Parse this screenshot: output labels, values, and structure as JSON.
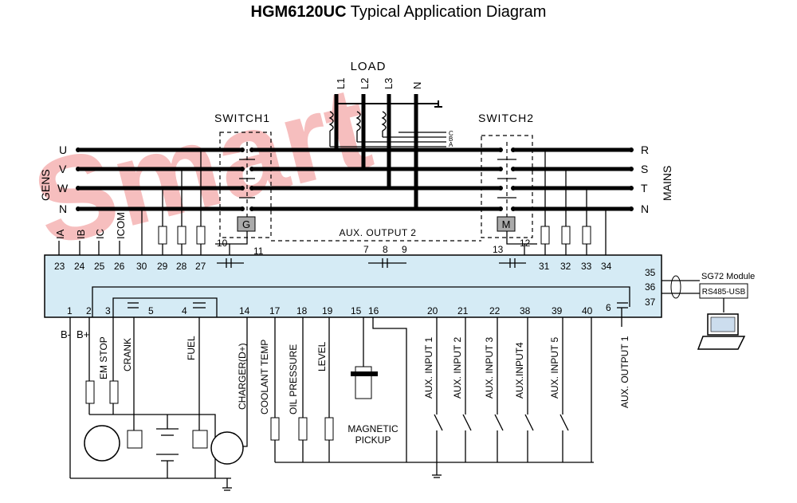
{
  "title": {
    "bold": "HGM6120UC",
    "rest": " Typical Application Diagram"
  },
  "watermark": "Smart",
  "colors": {
    "module_fill": "#d5ebf5",
    "watermark": "#f08a8a",
    "line": "#000000"
  },
  "load": {
    "label": "LOAD",
    "phases": [
      "L1",
      "L2",
      "L3",
      "N"
    ]
  },
  "ct_labels": [
    "C",
    "B",
    "A"
  ],
  "gens": {
    "label": "GENS",
    "phases": [
      "U",
      "V",
      "W",
      "N"
    ]
  },
  "mains": {
    "label": "MAINS",
    "phases": [
      "R",
      "S",
      "T",
      "N"
    ]
  },
  "switch1": {
    "label": "SWITCH1",
    "coil": "G"
  },
  "switch2": {
    "label": "SWITCH2",
    "coil": "M"
  },
  "aux_output2": "AUX. OUTPUT 2",
  "current_inputs": [
    "IA",
    "IB",
    "IC",
    "ICOM"
  ],
  "top_terminals": [
    "23",
    "24",
    "25",
    "26",
    "30",
    "29",
    "28",
    "27",
    "31",
    "32",
    "33",
    "34"
  ],
  "relay_terms": [
    "10",
    "11",
    "7",
    "8",
    "9",
    "13",
    "12"
  ],
  "right_terminals": [
    "35",
    "36",
    "37"
  ],
  "bottom_terminals": [
    "1",
    "2",
    "3",
    "5",
    "4",
    "14",
    "17",
    "18",
    "19",
    "15",
    "16",
    "20",
    "21",
    "22",
    "38",
    "39",
    "40",
    "6"
  ],
  "battery": {
    "neg": "B-",
    "pos": "B+"
  },
  "bottom_labels": {
    "em_stop": "EM STOP",
    "crank": "CRANK",
    "fuel": "FUEL",
    "charger": "CHARGER(D+)",
    "coolant": "COOLANT TEMP",
    "oil": "OIL PRESSURE",
    "level": "LEVEL",
    "pickup": [
      "MAGNETIC",
      "PICKUP"
    ],
    "inputs": [
      "AUX. INPUT 1",
      "AUX. INPUT 2",
      "AUX. INPUT 3",
      "AUX.INPUT4",
      "AUX. INPUT 5"
    ],
    "aux_output1": "AUX. OUTPUT 1"
  },
  "module": {
    "name": "SG72 Module",
    "port": "RS485-USB"
  }
}
